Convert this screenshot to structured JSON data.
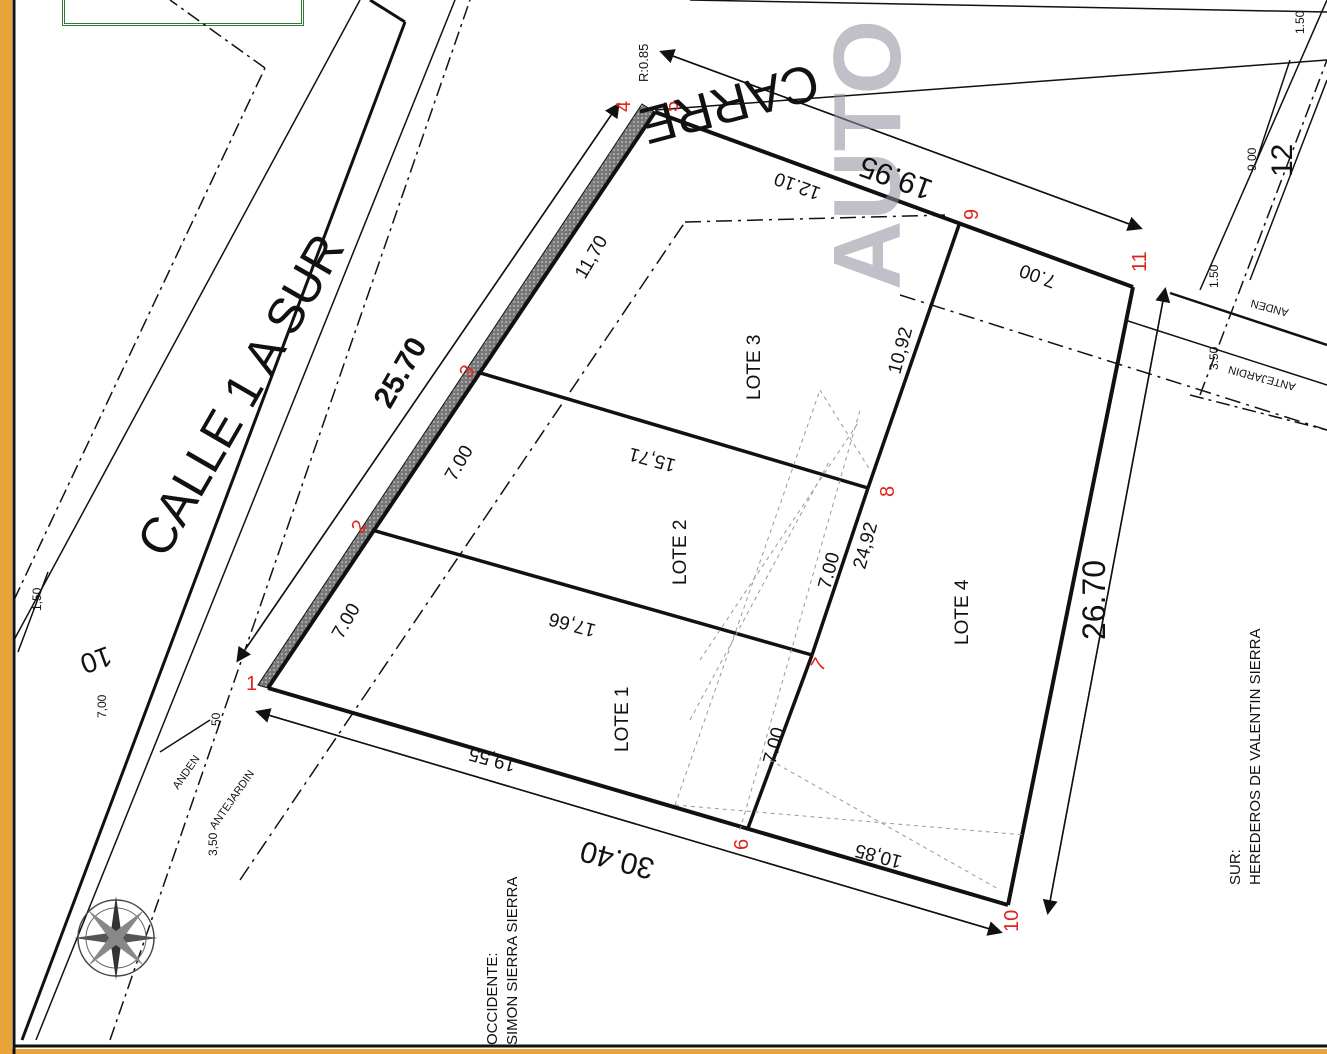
{
  "colors": {
    "frame": "#e8a33a",
    "line": "#111111",
    "point": "#e2231a",
    "stamp": "#8d8d9c",
    "legend_border": "#2e7d32"
  },
  "street": {
    "name": "CALLE 1 A SUR",
    "length": "25.70",
    "width_total": "10",
    "anden": "ANDEN",
    "antejardin": "ANTEJARDIN",
    "dim_150": "1,50",
    "dim_700": "7,00",
    "dim_50": "50",
    "dim_350": "3,50"
  },
  "road": {
    "name": "CARRE",
    "stamp": "AUTO",
    "width": "12",
    "dim_900": "9.00",
    "dim_150_top": "1.50",
    "dim_150": "1.50",
    "dim_350": "3.50",
    "anden": "ANDEN",
    "antejardin": "ANTEJARDIN"
  },
  "points": [
    "1",
    "2",
    "3",
    "4",
    "5",
    "6",
    "7",
    "8",
    "9",
    "10",
    "11"
  ],
  "lots": [
    "LOTE 1",
    "LOTE 2",
    "LOTE 3",
    "LOTE 4"
  ],
  "dims": {
    "r085": "R:0.85",
    "d1970": "11,70",
    "d700_a": "7.00",
    "d700_b": "7.00",
    "d1995": "19.95",
    "d1210": "12.10",
    "d700_east": "7.00",
    "d1092": "10,92",
    "d1571": "15,71",
    "d1766": "17,66",
    "d2492": "24,92",
    "d700_c": "7.00",
    "d700_d": "7.00",
    "d1955": "19,55",
    "d3040": "30.40",
    "d1085": "10,85",
    "d2670": "26.70"
  },
  "neighbors": {
    "west_label": "OCCIDENTE:",
    "west_name": "SIMON SIERRA SIERRA",
    "south_label": "SUR:",
    "south_name": "HEREDEROS DE VALENTIN SIERRA"
  }
}
